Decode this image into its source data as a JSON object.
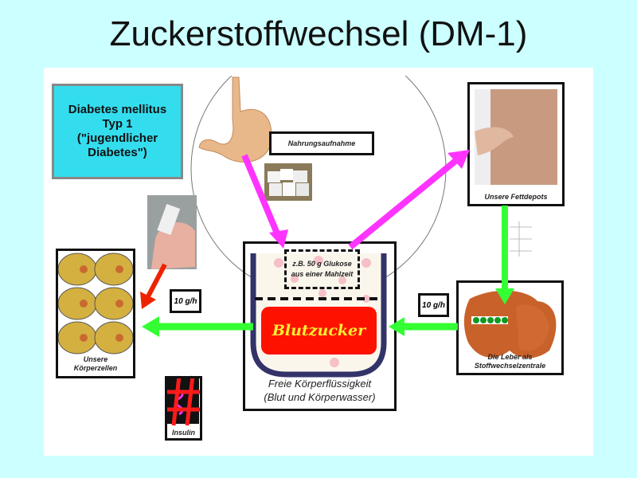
{
  "title": "Zuckerstoffwechsel (DM-1)",
  "diabetes_box": [
    "Diabetes mellitus",
    "Typ 1",
    "(\"jugendlicher",
    "Diabetes\")"
  ],
  "food_intake": "Nahrungsaufnahme",
  "fat_depots": "Unsere Fettdepots",
  "liver": [
    "Die Leber als",
    "Stoffwechselzentrale"
  ],
  "body_cells": [
    "Unsere",
    "Körperzellen"
  ],
  "rate_left": "10 g/h",
  "rate_right": "10 g/h",
  "glucose_meal": [
    "z.B. 50 g Glukose",
    "aus einer Mahlzeit"
  ],
  "blood_sugar": "Blutzucker",
  "fluid_caption": [
    "Freie Körperflüssigkeit",
    "(Blut und Körperwasser)"
  ],
  "insulin": "Insulin",
  "colors": {
    "background": "#ccffff",
    "magenta_arrow": "#ff33ff",
    "green_arrow": "#33ff33",
    "red_arrow": "#ee2200",
    "blood_sugar_fill": "#ff1100"
  }
}
